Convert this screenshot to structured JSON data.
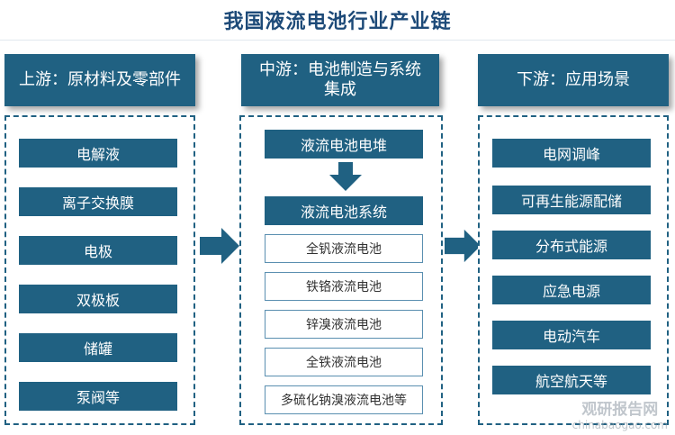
{
  "title": "我国液流电池行业产业链",
  "upstream": {
    "header": "上游：原材料及零部件",
    "items": [
      "电解液",
      "离子交换膜",
      "电极",
      "双极板",
      "储罐",
      "泵阀等"
    ]
  },
  "midstream": {
    "header": "中游：电池制造与系统集成",
    "stack": "液流电池电堆",
    "system": "液流电池系统",
    "types": [
      "全钒液流电池",
      "铁铬液流电池",
      "锌溴液流电池",
      "全铁液流电池",
      "多硫化钠溴液流电池等"
    ]
  },
  "downstream": {
    "header": "下游：应用场景",
    "items": [
      "电网调峰",
      "可再生能源配储",
      "分布式能源",
      "应急电源",
      "电动汽车",
      "航空航天等"
    ]
  },
  "watermark": {
    "cn": "观研报告网",
    "en": "chinabaogao.com"
  },
  "colors": {
    "primary": "#206182",
    "title": "#1d4a78"
  }
}
